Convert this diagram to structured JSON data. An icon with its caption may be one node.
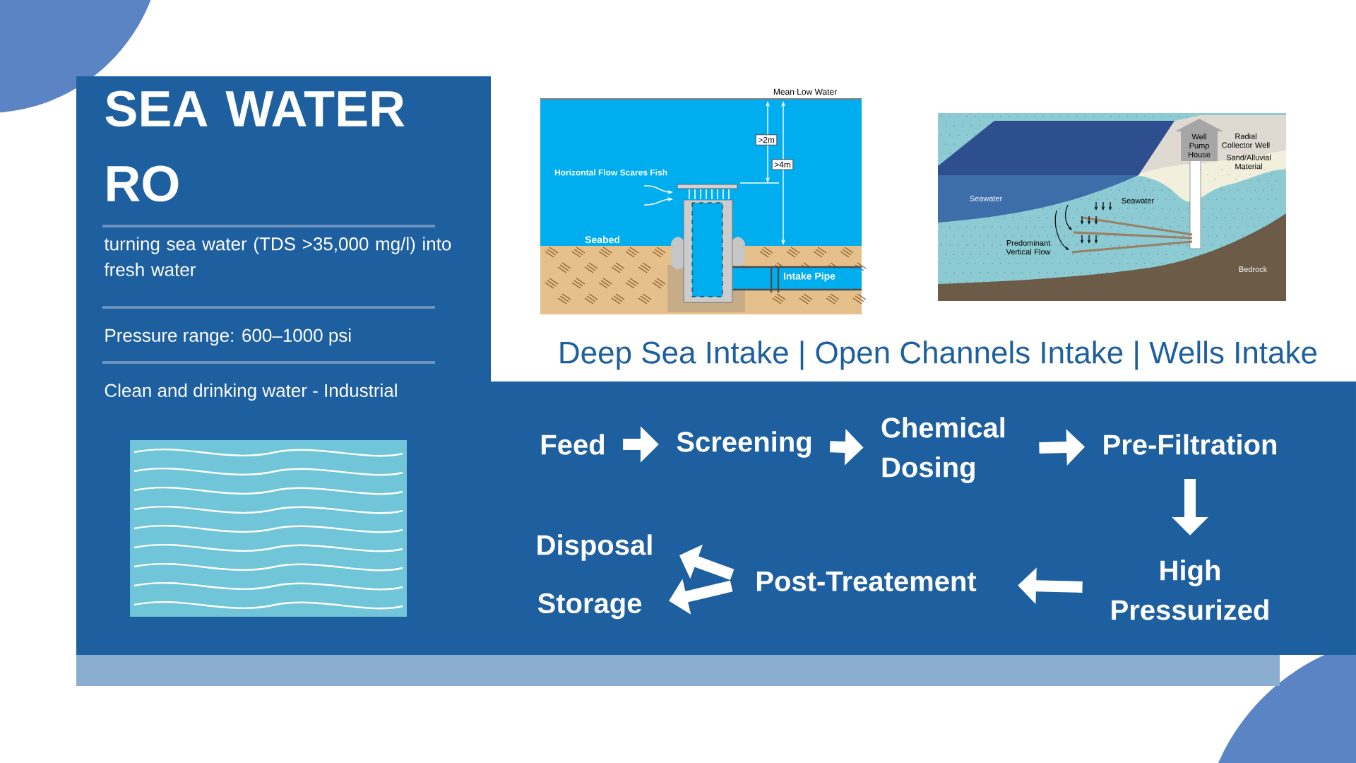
{
  "diagram": {
    "title": "SEA WATER RO",
    "nodes": [
      {
        "text": [
          "Feed"
        ]
      },
      {
        "text": [
          "Screening"
        ]
      },
      {
        "text": [
          "Chemical Dosing"
        ]
      },
      {
        "text": [
          "Pre-Filtration"
        ]
      },
      {
        "text": [
          "High Pressurized"
        ]
      },
      {
        "text": [
          "Post-Treatement"
        ]
      },
      {
        "text": [
          "Disposal"
        ]
      },
      {
        "text": [
          "Storage"
        ]
      }
    ],
    "edges": [
      {
        "from": 0,
        "to": 1,
        "arrow": "to"
      },
      {
        "from": 1,
        "to": 2,
        "arrow": "to"
      },
      {
        "from": 2,
        "to": 3,
        "arrow": "to"
      },
      {
        "from": 3,
        "to": 4,
        "arrow": "to"
      },
      {
        "from": 4,
        "to": 5,
        "arrow": "to"
      },
      {
        "from": 5,
        "to": 6,
        "arrow": "to"
      },
      {
        "from": 5,
        "to": 7,
        "arrow": "to"
      }
    ],
    "labels": [
      "turning sea water (TDS >35,000 mg/l) into fresh water",
      "Pressure range: 600–1000 psi",
      "Clean and drinking water - Industrial",
      "Mean Low Water",
      ">2m",
      ">4m",
      "Horizontal Flow Scares Fish",
      "Seabed",
      "Intake Pipe",
      "Well Pump House",
      "Radial Collector Well",
      "Sand/Alluvial Material",
      "Seawater",
      "Seawater",
      "Predominant Vertical Flow",
      "Bedrock",
      "Deep Sea Intake | Open Channels Intake | Wells Intake"
    ]
  }
}
